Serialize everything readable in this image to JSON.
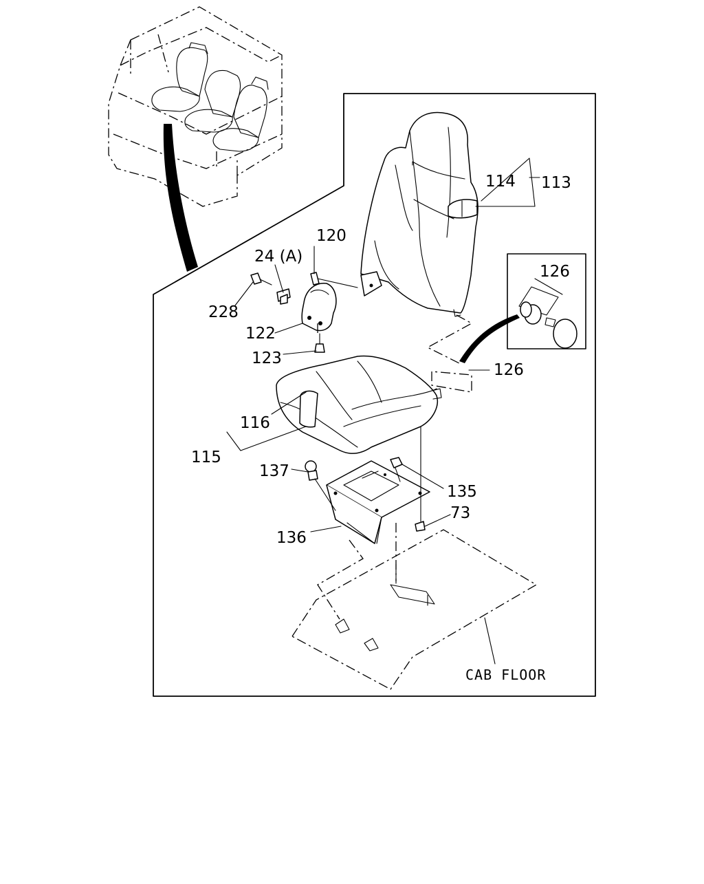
{
  "labels": {
    "l114": "114",
    "l113": "113",
    "l120": "120",
    "l24a": "24 (A)",
    "l228": "228",
    "l126_inset": "126",
    "l122": "122",
    "l123": "123",
    "l126": "126",
    "l116": "116",
    "l115": "115",
    "l137": "137",
    "l135": "135",
    "l73": "73",
    "l136": "136",
    "cab_floor": "CAB FLOOR"
  }
}
